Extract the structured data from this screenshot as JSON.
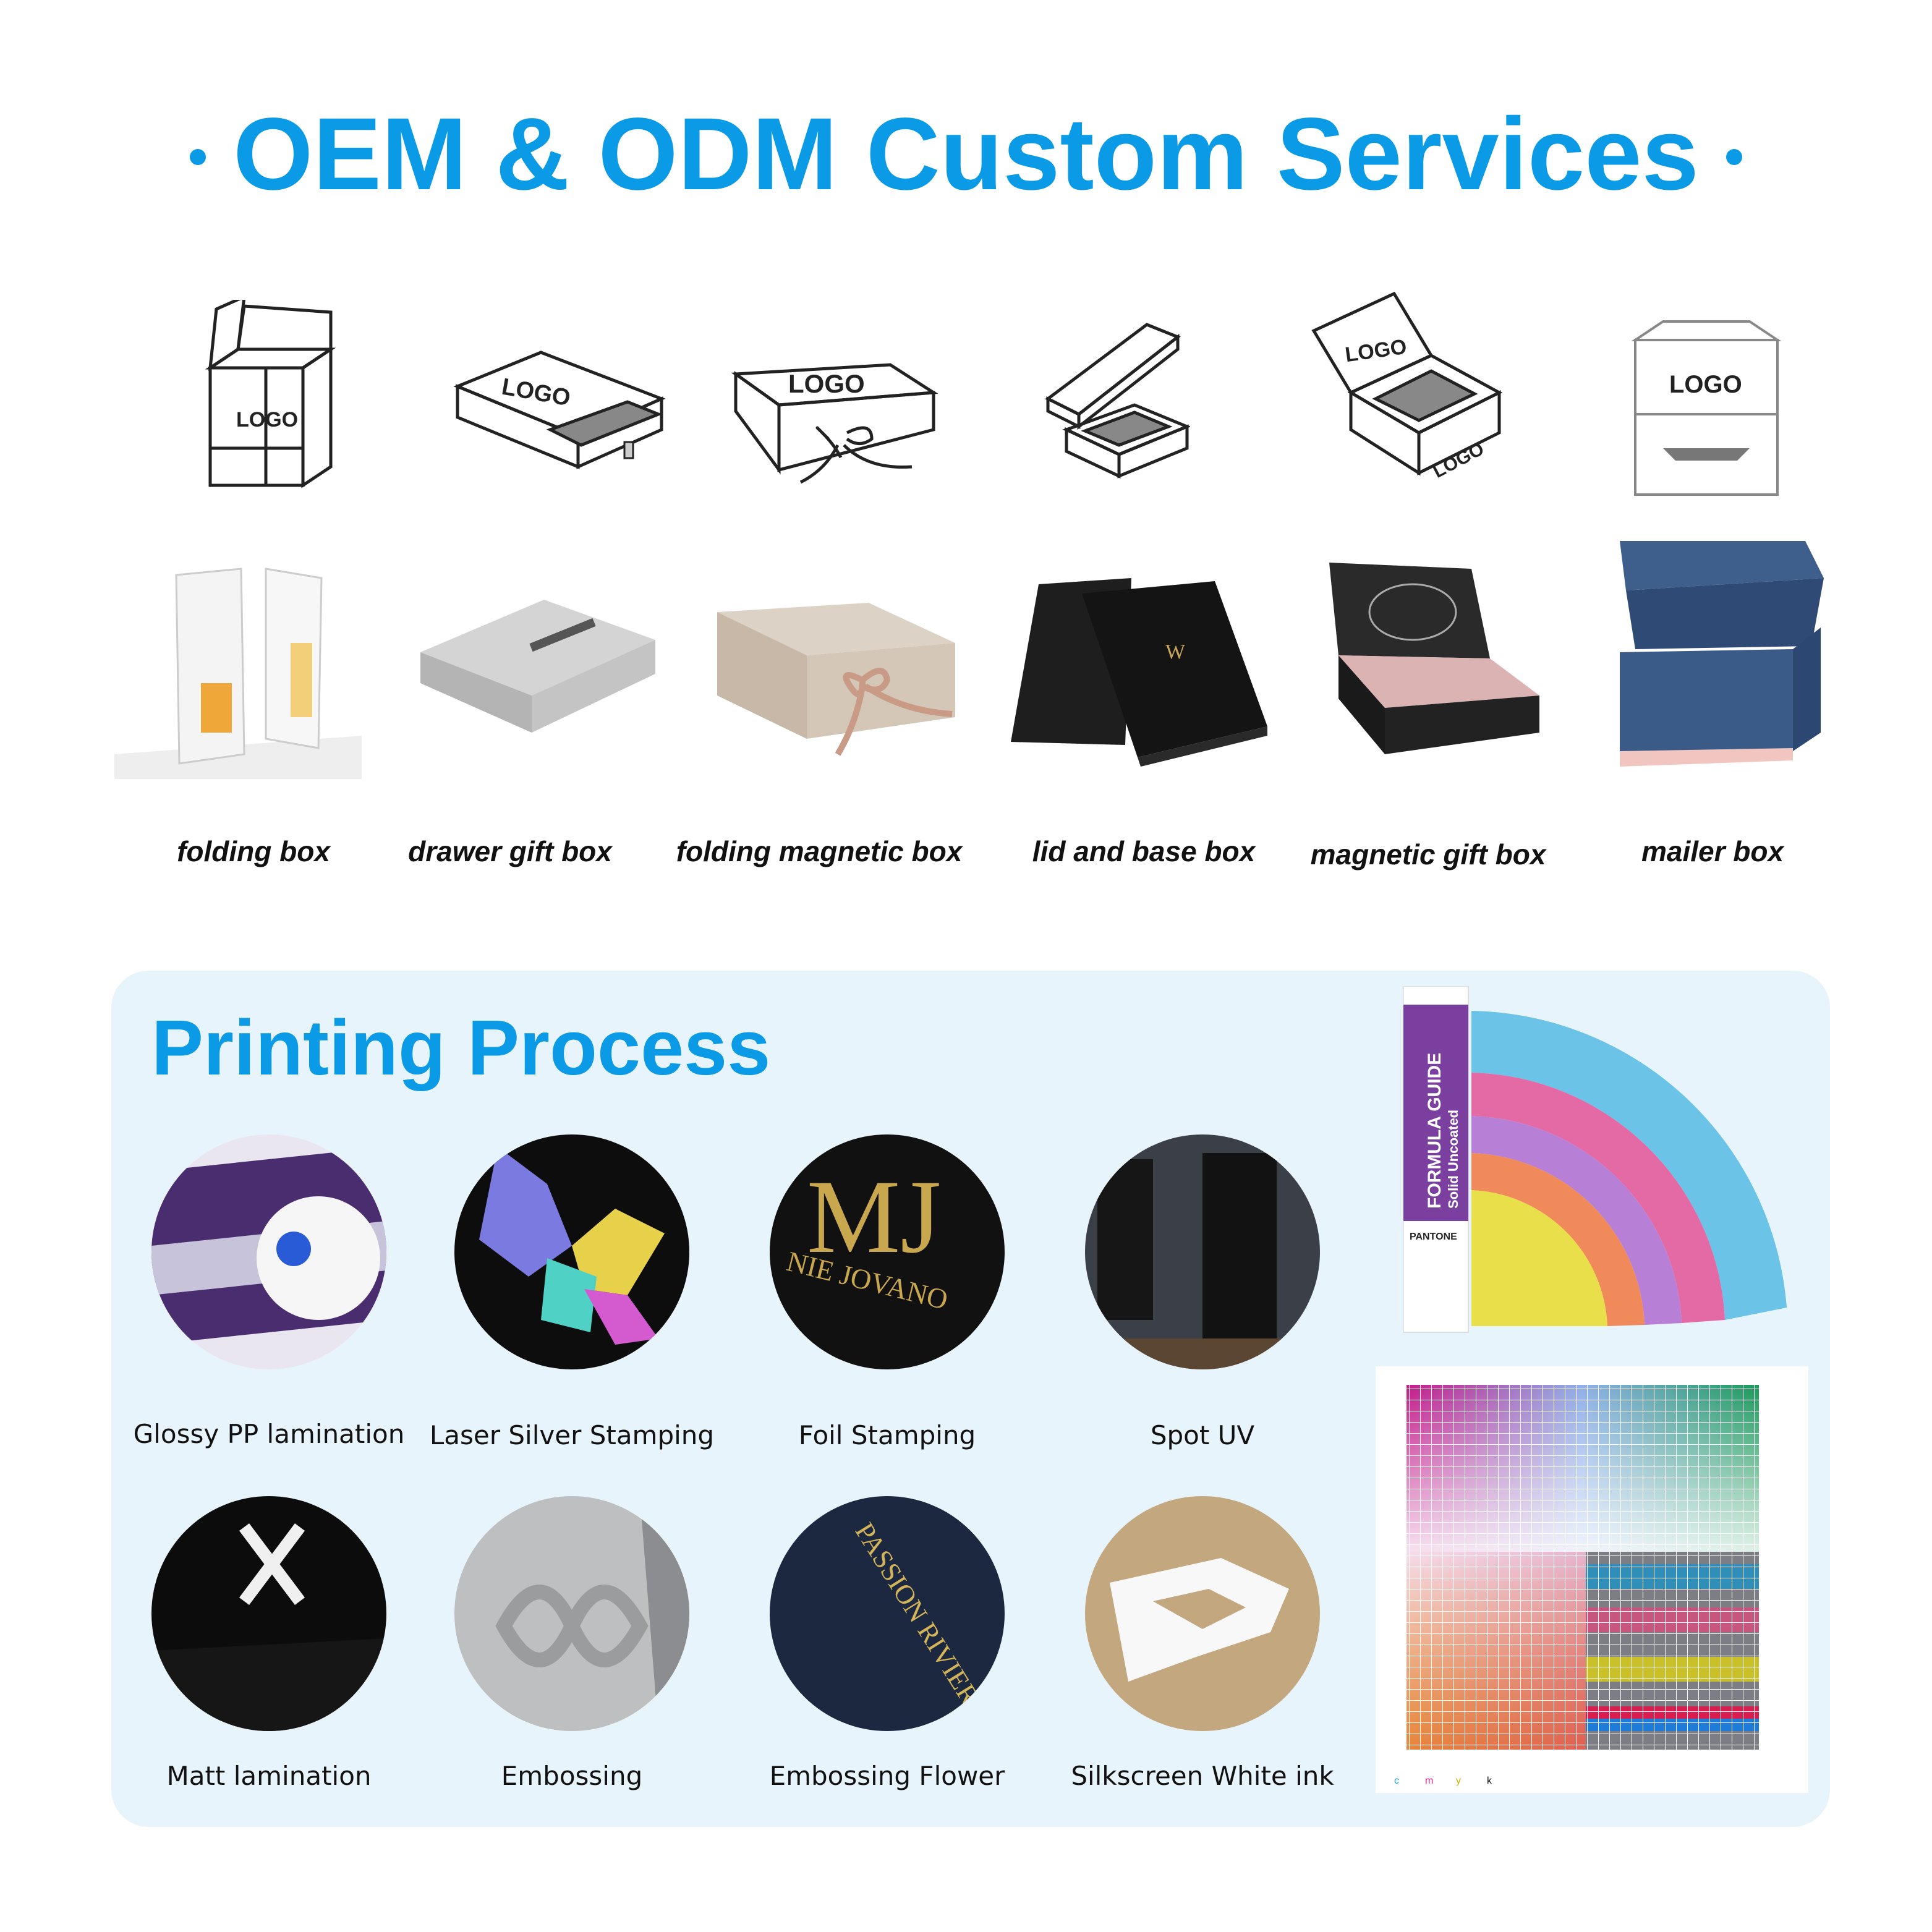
{
  "header": {
    "title": "OEM & ODM Custom Services"
  },
  "box_types": {
    "sketch_logo": "LOGO",
    "items": [
      {
        "label": "folding box"
      },
      {
        "label": "drawer gift box"
      },
      {
        "label": "folding magnetic box"
      },
      {
        "label": "lid and base box"
      },
      {
        "label": "magnetic gift box"
      },
      {
        "label": "mailer box"
      }
    ]
  },
  "printing": {
    "title": "Printing Process",
    "items": [
      {
        "label": "Glossy PP lamination"
      },
      {
        "label": "Laser Silver Stamping"
      },
      {
        "label": "Foil Stamping"
      },
      {
        "label": "Spot UV"
      },
      {
        "label": "Matt lamination"
      },
      {
        "label": "Embossing"
      },
      {
        "label": "Embossing Flower"
      },
      {
        "label": "Silkscreen White ink"
      }
    ]
  },
  "references": {
    "formula_guide": {
      "title": "FORMULA GUIDE",
      "subtitle": "Solid Uncoated",
      "brand": "PANTONE"
    },
    "cmyk_legend": [
      "c",
      "m",
      "y",
      "k"
    ]
  },
  "colors": {
    "accent": "#0b9ae6",
    "panel": "#e8f4fc",
    "text": "#111111"
  }
}
